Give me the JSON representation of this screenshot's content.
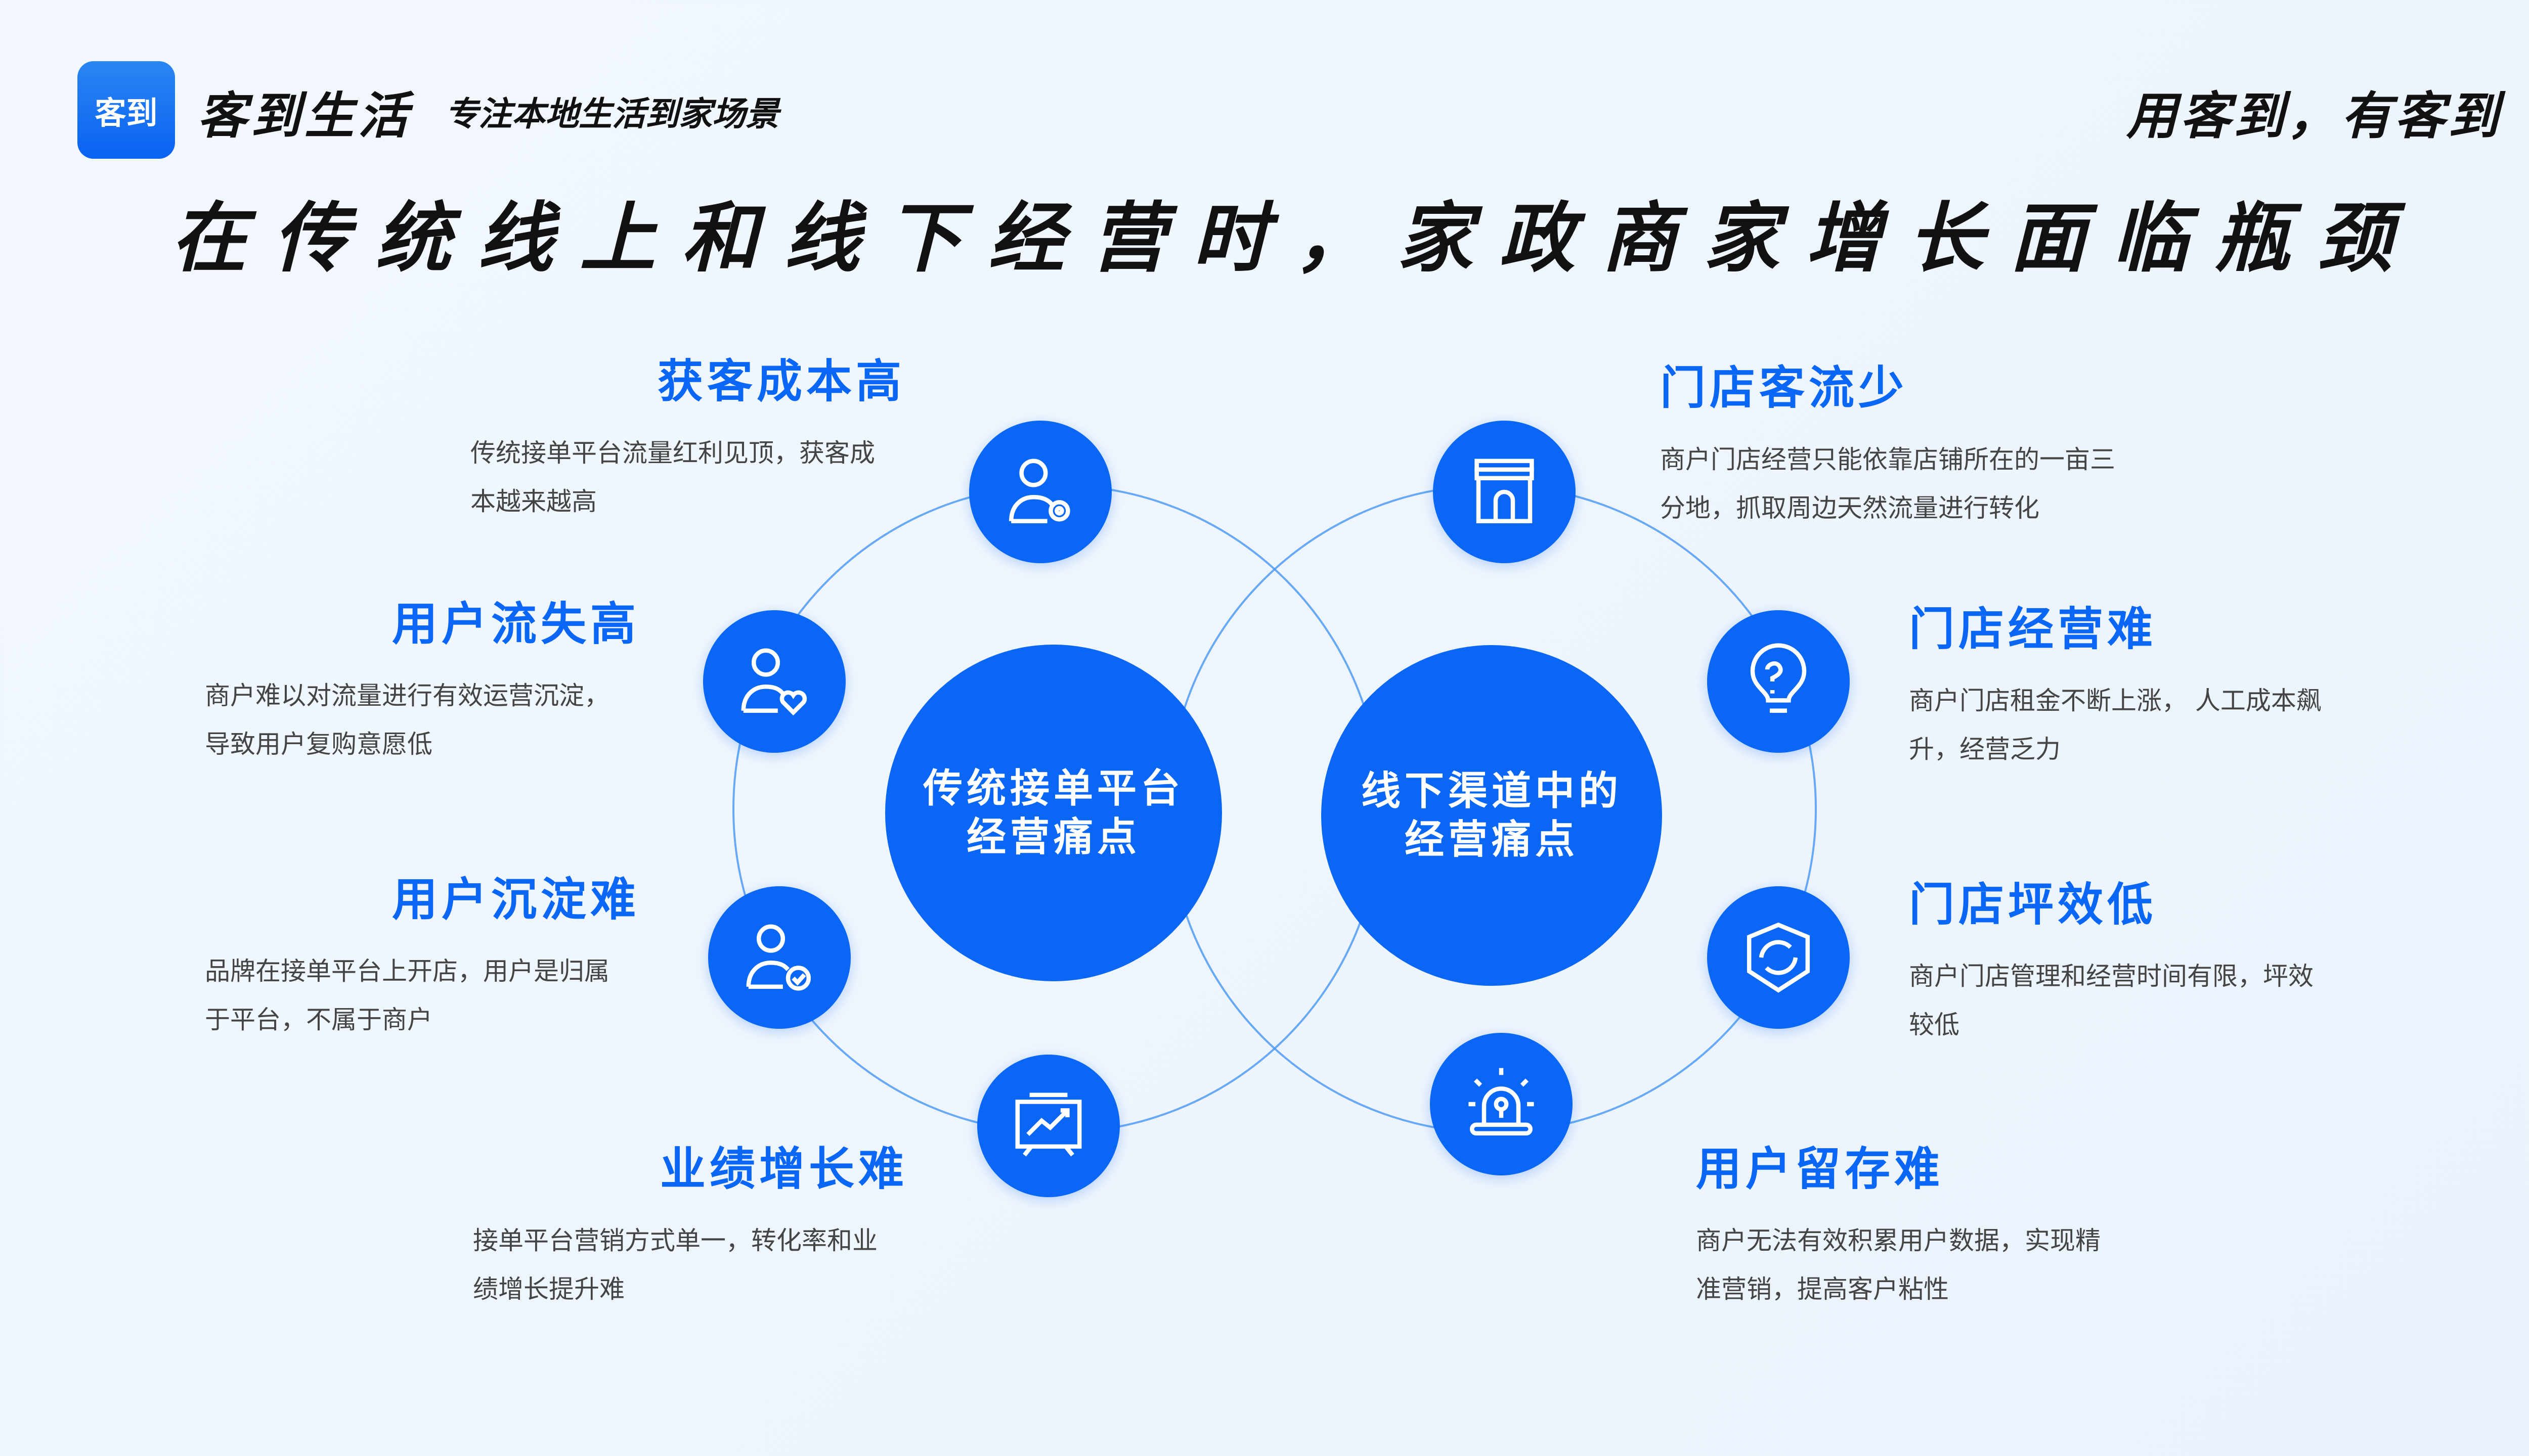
{
  "header": {
    "logo_text": "客到",
    "brand": "客到生活",
    "slogan": "专注本地生活到家场景",
    "tagline": "用客到，有客到"
  },
  "title": "在传统线上和线下经营时，家政商家增长面临瓶颈",
  "hubs": {
    "left": [
      "传统接单平台",
      "经营痛点"
    ],
    "right": [
      "线下渠道中的",
      "经营痛点"
    ]
  },
  "left_points": [
    {
      "title": "获客成本高",
      "desc": [
        "传统接单平台流量红利见顶，获客成",
        "本越来越高"
      ],
      "icon": "user-gear-icon"
    },
    {
      "title": "用户流失高",
      "desc": [
        "商户难以对流量进行有效运营沉淀，",
        "导致用户复购意愿低"
      ],
      "icon": "user-heart-icon"
    },
    {
      "title": "用户沉淀难",
      "desc": [
        "品牌在接单平台上开店，用户是归属",
        "于平台，不属于商户"
      ],
      "icon": "user-check-icon"
    },
    {
      "title": "业绩增长难",
      "desc": [
        "接单平台营销方式单一，转化率和业",
        "绩增长提升难"
      ],
      "icon": "chart-board-icon"
    }
  ],
  "right_points": [
    {
      "title": "门店客流少",
      "desc": [
        "商户门店经营只能依靠店铺所在的一亩三",
        "分地，抓取周边天然流量进行转化"
      ],
      "icon": "store-icon"
    },
    {
      "title": "门店经营难",
      "desc": [
        "商户门店租金不断上涨， 人工成本飙",
        "升，经营乏力"
      ],
      "icon": "bulb-question-icon"
    },
    {
      "title": "门店坪效低",
      "desc": [
        "商户门店管理和经营时间有限，坪效",
        "较低"
      ],
      "icon": "box-cycle-icon"
    },
    {
      "title": "用户留存难",
      "desc": [
        "商户无法有效积累用户数据，实现精",
        "准营销，提高客户粘性"
      ],
      "icon": "alarm-light-icon"
    }
  ],
  "colors": {
    "accent": "#0a66f5",
    "text": "#111111",
    "body": "#444444"
  }
}
